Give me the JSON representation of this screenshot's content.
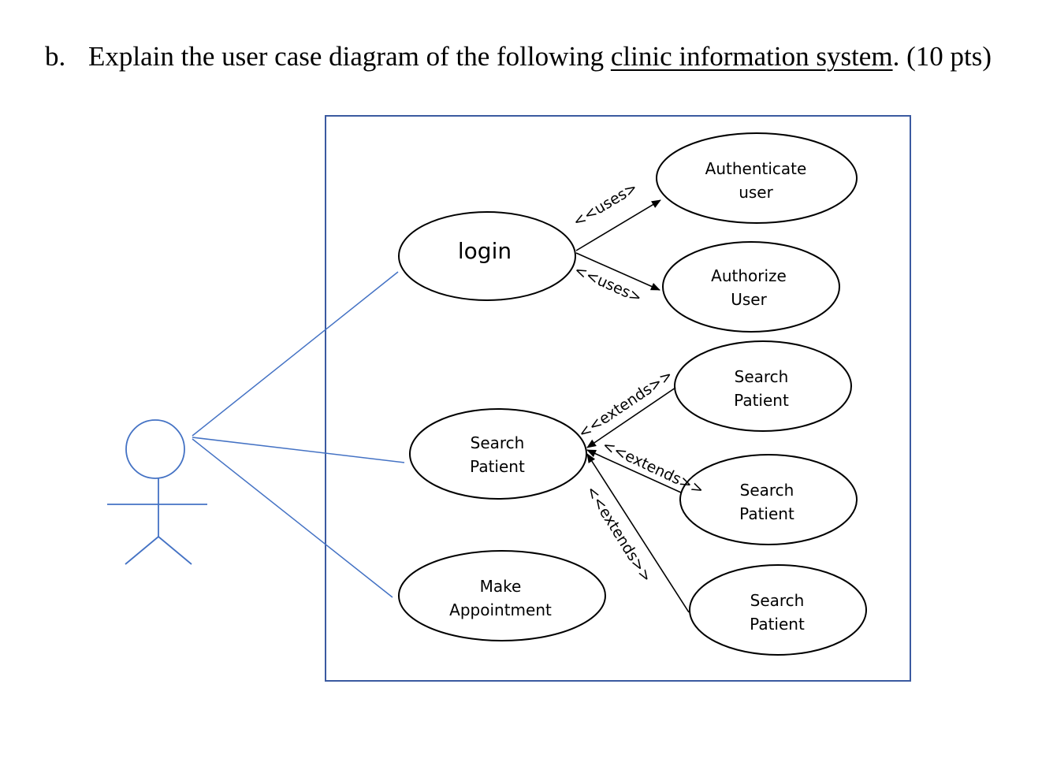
{
  "question": {
    "label": "b.",
    "text_before": "Explain the user case diagram of the following ",
    "underlined": "clinic information system",
    "text_after": ". (10 pts)"
  },
  "use_cases": {
    "login": "login",
    "authenticate_user": [
      "Authenticate",
      "user"
    ],
    "authorize_user": [
      "Authorize",
      "User"
    ],
    "search_patient_main": [
      "Search",
      "Patient"
    ],
    "search_patient_ext1": [
      "Search",
      "Patient"
    ],
    "search_patient_ext2": [
      "Search",
      "Patient"
    ],
    "search_patient_ext3": [
      "Search",
      "Patient"
    ],
    "make_appointment": [
      "Make",
      "Appointment"
    ]
  },
  "relations": {
    "uses_1": "<<uses>",
    "uses_2": "<<uses>",
    "extends_1": "<<extends>>",
    "extends_2": "<<extends>>",
    "extends_3": "<<extends>>"
  },
  "colors": {
    "actor_line": "#4472c4",
    "boundary": "#3b5aa0",
    "ellipse_stroke": "#000000"
  }
}
